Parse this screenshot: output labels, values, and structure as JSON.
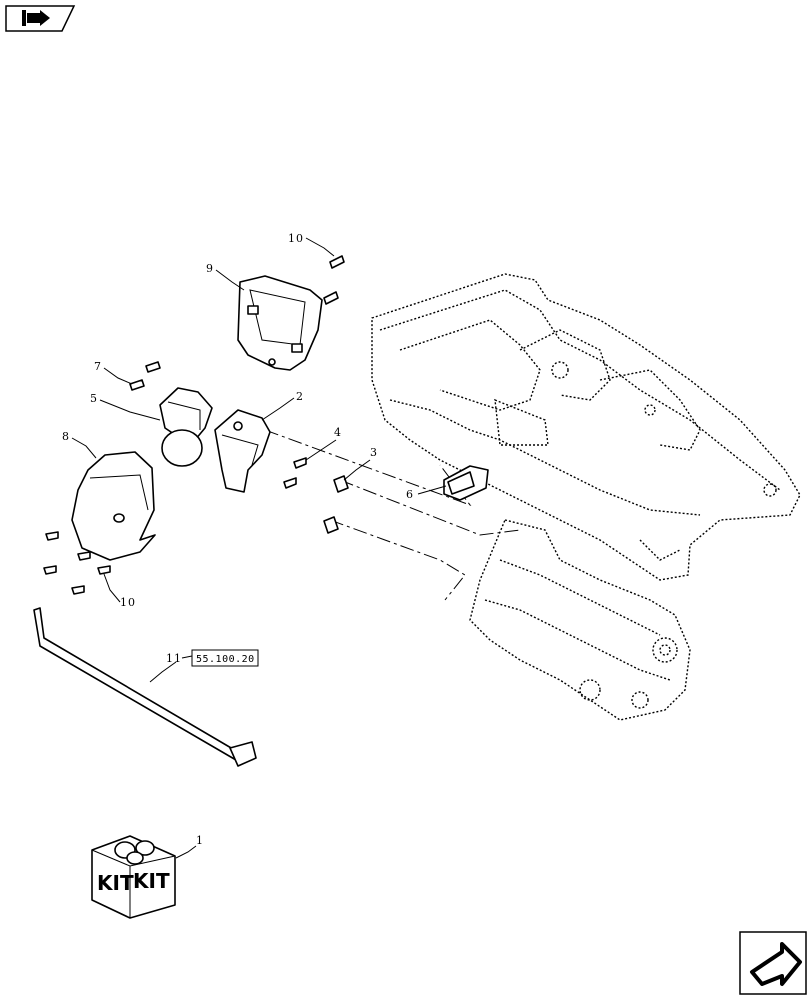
{
  "callouts": {
    "c1": "1",
    "c2": "2",
    "c3": "3",
    "c4": "4",
    "c5": "5",
    "c6": "6",
    "c7": "7",
    "c8": "8",
    "c9": "9",
    "c10_top": "10",
    "c10_bottom": "10",
    "c11": "11"
  },
  "reference_box": "55.100.20",
  "kit_labels": [
    "KIT",
    "KIT"
  ],
  "icons": {
    "top_nav": "page-back-arrow-icon",
    "bottom_nav": "page-forward-arrow-icon"
  }
}
